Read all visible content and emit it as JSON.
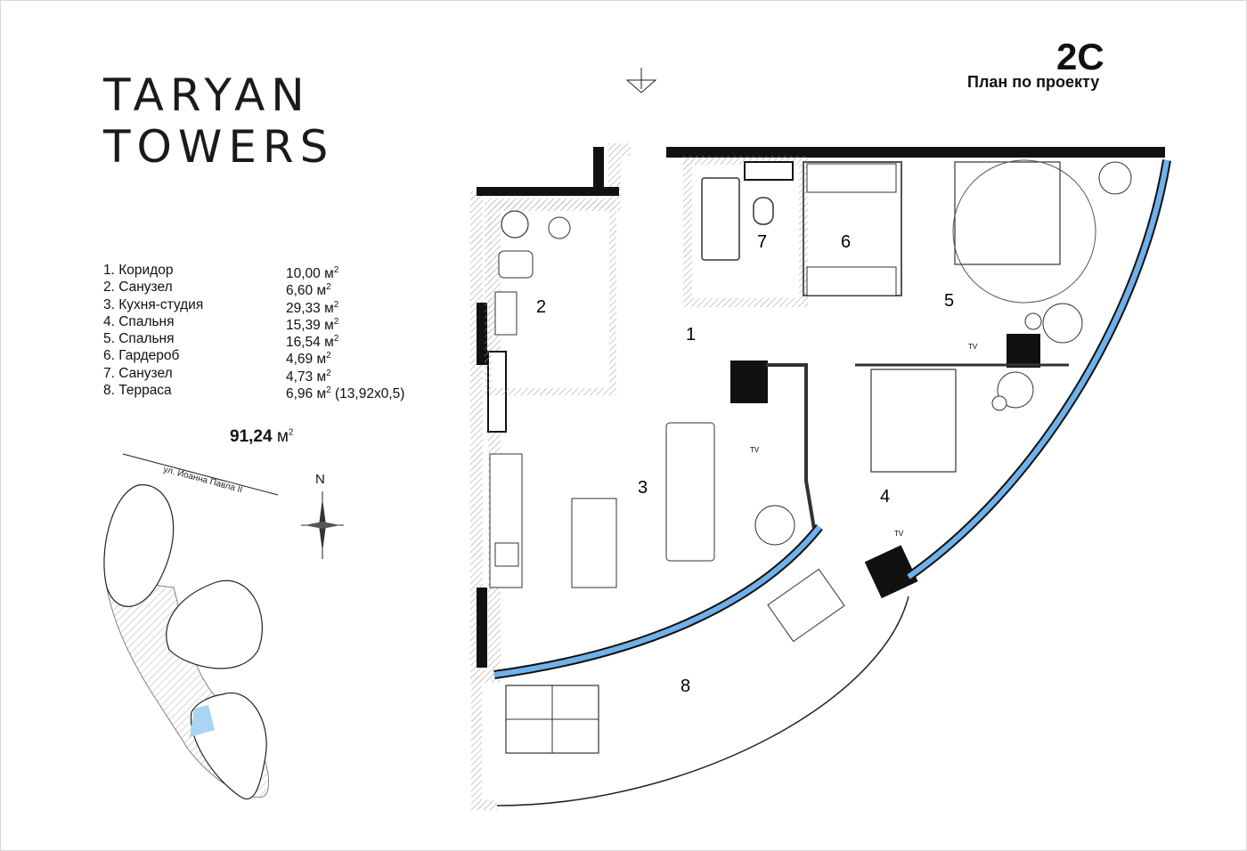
{
  "brand": {
    "line1": "TARYAN",
    "line2": "TOWERS"
  },
  "plan": {
    "code": "2C",
    "subtitle": "План по проекту"
  },
  "rooms": [
    {
      "name": "1. Коридор",
      "area": "10,00 м",
      "sup": "2",
      "note": ""
    },
    {
      "name": "2. Санузел",
      "area": "6,60 м",
      "sup": "2",
      "note": ""
    },
    {
      "name": "3. Кухня-студия",
      "area": "29,33 м",
      "sup": "2",
      "note": ""
    },
    {
      "name": "4. Спальня",
      "area": "15,39 м",
      "sup": "2",
      "note": ""
    },
    {
      "name": "5. Спальня",
      "area": "16,54 м",
      "sup": "2",
      "note": ""
    },
    {
      "name": "6. Гардероб",
      "area": "4,69 м",
      "sup": "2",
      "note": ""
    },
    {
      "name": "7. Санузел",
      "area": "4,73 м",
      "sup": "2",
      "note": ""
    },
    {
      "name": "8. Терраса",
      "area": "6,96 м",
      "sup": "2",
      "note": " (13,92х0,5)"
    }
  ],
  "total": {
    "value": "91,24",
    "unit": "м",
    "sup": "2"
  },
  "site": {
    "street": "ул. Иоанна Павла II",
    "north": "N"
  },
  "room_labels": [
    "1",
    "2",
    "3",
    "4",
    "5",
    "6",
    "7",
    "8"
  ],
  "tv_label": "TV",
  "colors": {
    "window": "#6fb1ea",
    "wall": "#111111",
    "hatch": "#bdbdbd",
    "site_highlight": "#a9d4f2"
  }
}
